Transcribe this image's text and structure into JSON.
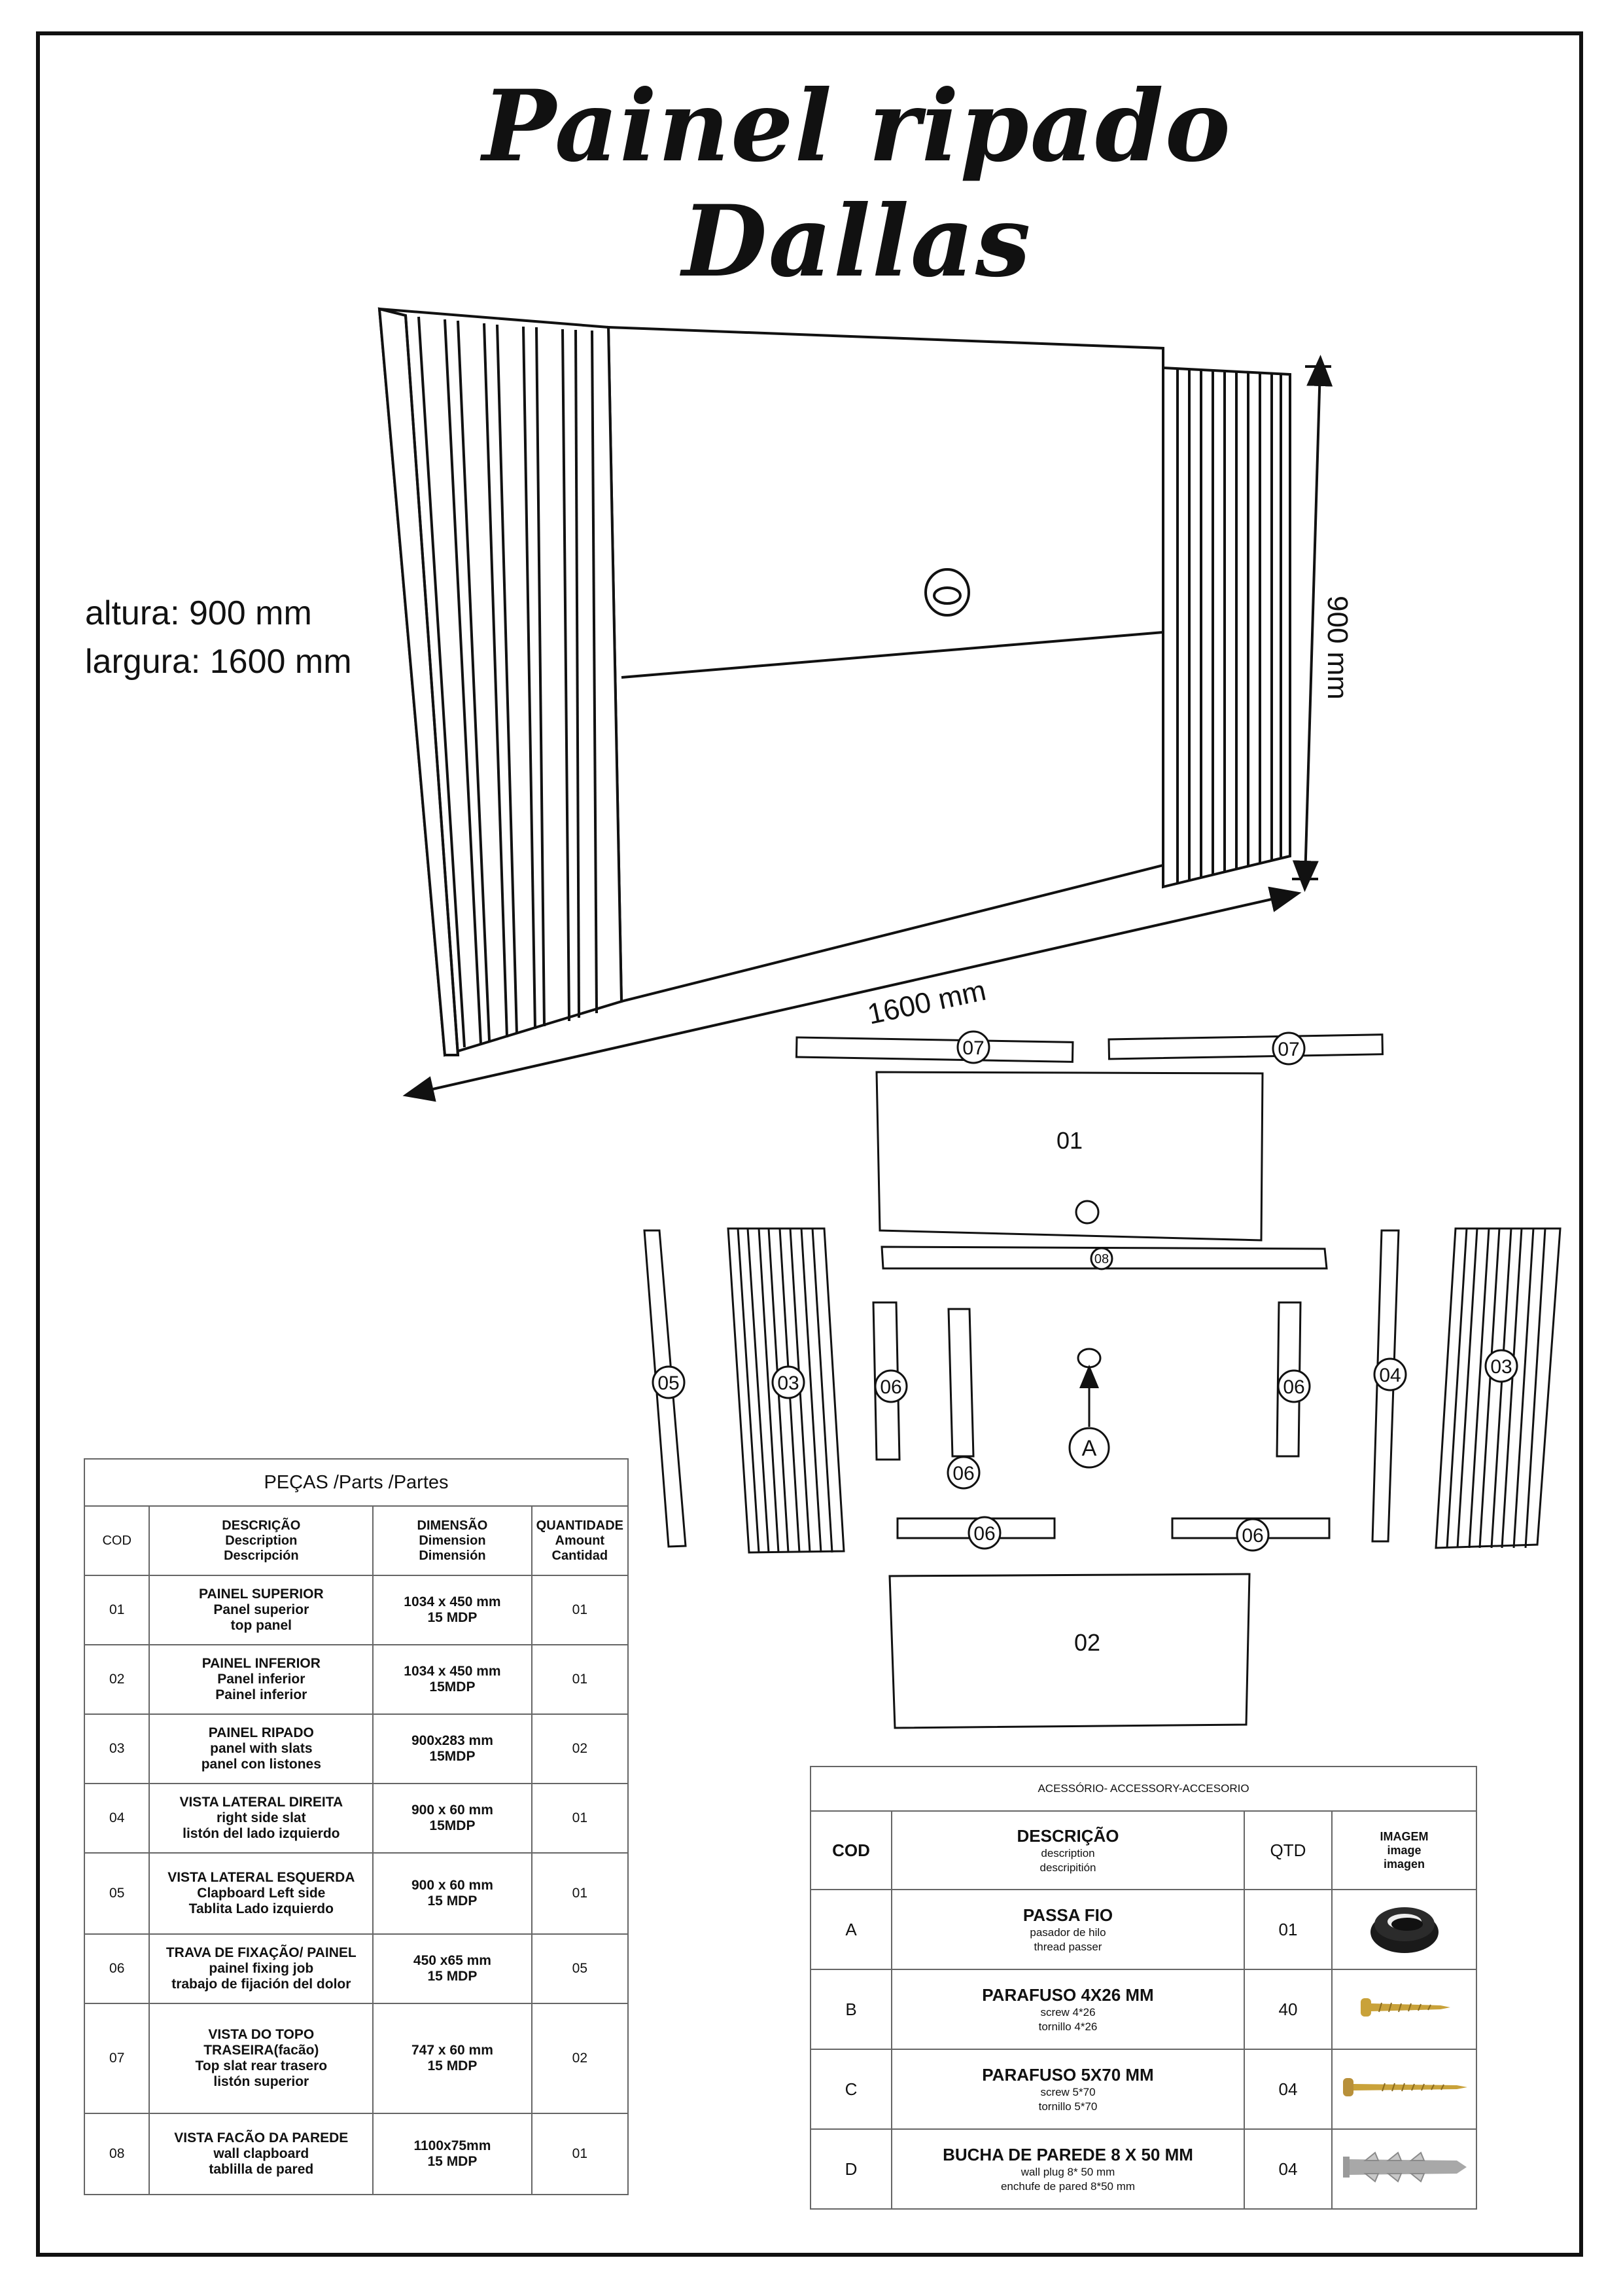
{
  "title": "Painel ripado Dallas",
  "dims": {
    "height_label": "altura: 900 mm",
    "width_label": "largura: 1600 mm"
  },
  "drawing": {
    "height_dim": "900 mm",
    "width_dim": "1600 mm"
  },
  "exploded": {
    "labels": [
      "07",
      "07",
      "01",
      "08",
      "05",
      "03",
      "06",
      "06",
      "06",
      "06",
      "04",
      "03",
      "06",
      "02"
    ],
    "accessory_marker": "A"
  },
  "parts": {
    "caption": "PEÇAS /Parts /Partes",
    "headers": {
      "cod": "COD",
      "desc": [
        "DESCRIÇÃO",
        "Description",
        "Descripción"
      ],
      "dim": [
        "DIMENSÃO",
        "Dimension",
        "Dimensión"
      ],
      "qty": [
        "QUANTIDADE",
        "Amount",
        "Cantidad"
      ]
    },
    "rows": [
      {
        "cod": "01",
        "desc": [
          "PAINEL SUPERIOR",
          "Panel superior",
          "top panel"
        ],
        "dim": [
          "1034 x 450 mm",
          "15 MDP"
        ],
        "qty": "01"
      },
      {
        "cod": "02",
        "desc": [
          "PAINEL INFERIOR",
          "Panel inferior",
          "Painel inferior"
        ],
        "dim": [
          "1034 x 450 mm",
          "15MDP"
        ],
        "qty": "01"
      },
      {
        "cod": "03",
        "desc": [
          "PAINEL RIPADO",
          "panel with slats",
          "panel con listones"
        ],
        "dim": [
          "900x283 mm",
          "15MDP"
        ],
        "qty": "02"
      },
      {
        "cod": "04",
        "desc": [
          "VISTA LATERAL DIREITA",
          "right side slat",
          "listón del lado izquierdo"
        ],
        "dim": [
          "900 x 60 mm",
          "15MDP"
        ],
        "qty": "01"
      },
      {
        "cod": "05",
        "desc": [
          "VISTA LATERAL ESQUERDA",
          "Clapboard Left side",
          "Tablita Lado izquierdo"
        ],
        "dim": [
          "900 x 60 mm",
          "15 MDP"
        ],
        "qty": "01"
      },
      {
        "cod": "06",
        "desc": [
          "TRAVA DE FIXAÇÃO/ PAINEL",
          "painel fixing job",
          "trabajo de fijación del dolor"
        ],
        "dim": [
          "450 x65 mm",
          "15  MDP"
        ],
        "qty": "05"
      },
      {
        "cod": "07",
        "desc": [
          "VISTA DO TOPO",
          "TRASEIRA(facão)",
          "Top slat rear trasero",
          "listón superior"
        ],
        "dim": [
          "747 x 60 mm",
          "15 MDP"
        ],
        "qty": "02"
      },
      {
        "cod": "08",
        "desc": [
          "VISTA FACÃO DA PAREDE",
          "wall clapboard",
          "tablilla de pared"
        ],
        "dim": [
          "1100x75mm",
          "15 MDP"
        ],
        "qty": "01"
      }
    ]
  },
  "accessories": {
    "caption": "ACESSÓRIO- ACCESSORY-ACCESORIO",
    "headers": {
      "cod": "COD",
      "desc": [
        "DESCRIÇÃO",
        "description",
        "descripitión"
      ],
      "qty": "QTD",
      "img": [
        "IMAGEM",
        "image",
        "imagen"
      ]
    },
    "rows": [
      {
        "cod": "A",
        "desc": [
          "PASSA FIO",
          "pasador de hilo",
          "thread passer"
        ],
        "qty": "01",
        "icon": "grommet-icon"
      },
      {
        "cod": "B",
        "desc": [
          "PARAFUSO 4X26 MM",
          "screw 4*26",
          "tornillo 4*26"
        ],
        "qty": "40",
        "icon": "screw-short-icon"
      },
      {
        "cod": "C",
        "desc": [
          "PARAFUSO 5X70 MM",
          "screw 5*70",
          "tornillo 5*70"
        ],
        "qty": "04",
        "icon": "screw-long-icon"
      },
      {
        "cod": "D",
        "desc": [
          "BUCHA DE PAREDE 8 X 50 MM",
          "wall plug  8* 50 mm",
          "enchufe de pared  8*50 mm"
        ],
        "qty": "04",
        "icon": "wall-plug-icon"
      }
    ]
  },
  "colors": {
    "ink": "#111111",
    "screw_gold": "#c9a23a",
    "plug_gray": "#a8a8a8",
    "grommet": "#1a1a1a"
  }
}
